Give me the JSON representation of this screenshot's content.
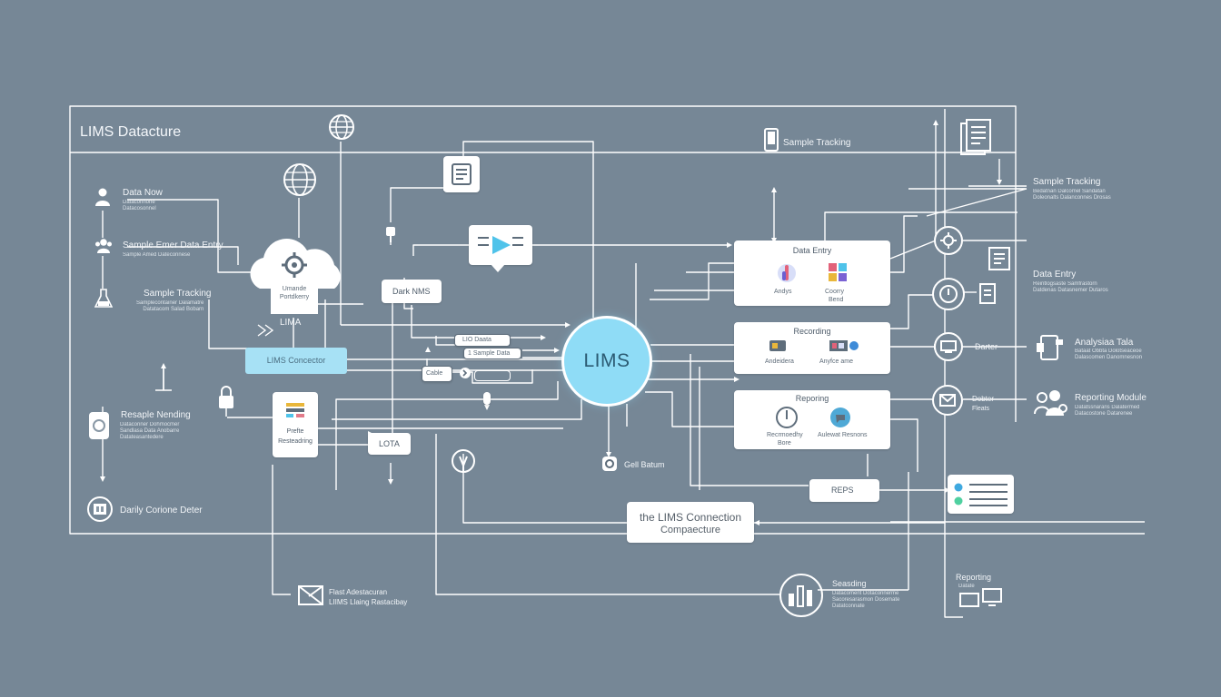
{
  "diagram": {
    "title": "LIMS Datacture",
    "hub": "LIMS",
    "left_items": [
      {
        "label": "Data Now",
        "sub": "Dataconnone\nDatacosonnel"
      },
      {
        "label": "Sample Emer Data Entry",
        "sub": "Sample Amed Dateconnese"
      },
      {
        "label": "Sample Tracking",
        "sub": "Samplecontainer Dalamatre\nDatatacom Salad Bobarn"
      },
      {
        "label": "Resaple Nending",
        "sub": "Dataconner Dohmocmer\nSandlasa Data Anobarre\nDatateasantedere"
      },
      {
        "label": "Darily Corione Deter",
        "sub": ""
      }
    ],
    "cloud": {
      "label1": "Umande",
      "label2": "Portdkerry"
    },
    "lims_a": "LIMA",
    "lims_connector": "LIMS Concector",
    "dark_nms": "Dark NMS",
    "lio_data": "LIO Daata",
    "sample_data": "1 Sample Data",
    "cable": "Cable",
    "lota": "LOTA",
    "pref_recording": {
      "label1": "Prefte",
      "label2": "Resteadring"
    },
    "gell_batum": "Gell Batum",
    "connection_box": {
      "line1": "the LIMS Connection",
      "line2": "Compaecture"
    },
    "reps": "REPS",
    "data_entry_box": {
      "title": "Data Entry",
      "left": "Andys",
      "right": "Coorry",
      "right2": "Bend"
    },
    "recording_box": {
      "title": "Recording",
      "left": "Andeidera",
      "right": "Anyfce ame"
    },
    "reporting_box": {
      "title": "Reporing",
      "left": "Recrmoedhy",
      "left2": "Bore",
      "right": "Aulewat Resnons"
    },
    "top_sample_tracking": "Sample Tracking",
    "right_items": [
      {
        "label": "Sample Tracking",
        "sub": "Bedatnan Dalcomel Sandatan\nDoleonalts Dalanconnes Drosas"
      },
      {
        "label": "Data Entry",
        "sub": "Reintlogsaste Samfrastorn\nDatdenas Datasnemer Dutaros"
      },
      {
        "label": "Analysiaa Tala",
        "sub": "Bataat Obbta Dolotseaceoe\nDalascomen Danomnesnon"
      },
      {
        "label": "Reporting Module",
        "sub": "Datatssnarans Dalatermed\nDatacostone Datarenee"
      }
    ],
    "node_labels": {
      "darter": "Darter",
      "dobter": "Dobter",
      "fleats": "Fleats"
    },
    "bottom_left": {
      "label1": "Flast Adestacuran",
      "label2": "LIIMS Llaing Rastacibay"
    },
    "bottom_mid": {
      "label": "Seasding",
      "sub": "Datacoment Dotaconnerme\nSacoresarasmon Dosemate\nDatatconnate"
    },
    "bottom_right": {
      "label": "Reporting",
      "sub": "Datate"
    }
  },
  "colors": {
    "background": "#768796",
    "lines": "#ffffff",
    "hub": "#8fdcf6",
    "accent_pill": "#a7e1f5",
    "box": "#ffffff"
  }
}
